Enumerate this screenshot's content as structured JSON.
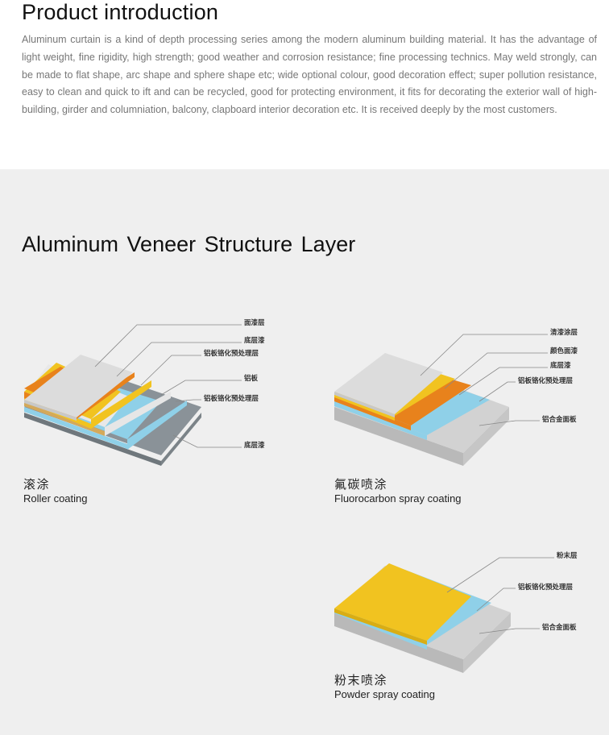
{
  "intro": {
    "title": "Product introduction",
    "body": "Aluminum curtain is a kind of depth processing series among the modern aluminum building material. It has the advantage of light weight, fine rigidity, high strength; good weather and corrosion resistance; fine processing technics. May weld strongly, can be made to flat shape, arc shape and sphere shape etc; wide optional colour, good decoration effect; super pollution resistance, easy to clean and quick to ift and can be recycled, good for protecting environment, it fits for decorating the exterior wall of high-building, girder and columniation, balcony, clapboard interior decoration etc. It is received deeply by the most customers."
  },
  "structure": {
    "title": "Aluminum Veneer Structure Layer",
    "diagrams": [
      {
        "caption_zh": "滚涂",
        "caption_en": "Roller coating",
        "labels": [
          "面漆层",
          "底层漆",
          "铝板铬化预处理层",
          "铝板",
          "铝板铬化预处理层",
          "底层漆"
        ]
      },
      {
        "caption_zh": "氟碳喷涂",
        "caption_en": "Fluorocarbon spray coating",
        "labels": [
          "清漆涂层",
          "颜色面漆",
          "底层漆",
          "铝板铬化预处理层",
          "铝合金面板"
        ]
      },
      {
        "caption_zh": "粉末喷涂",
        "caption_en": "Powder spray coating",
        "labels": [
          "粉末层",
          "铝板铬化预处理层",
          "铝合金面板"
        ]
      }
    ]
  },
  "colors": {
    "white_layer": "#dcdcdc",
    "orange_layer": "#e8821c",
    "yellow_layer": "#f1c320",
    "blue_layer": "#8fd0e8",
    "grey_panel": "#8a9298",
    "light_panel": "#d2d2d2"
  }
}
